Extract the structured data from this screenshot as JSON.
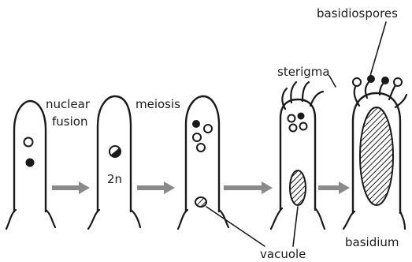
{
  "labels": {
    "nuclear": "nuclear",
    "fusion": "fusion",
    "meiosis": "meiosis",
    "two_n": "2n",
    "sterigma": "sterigma",
    "basidiospores": "basidiospores",
    "vacuole": "vacuole",
    "basidium": "basidium"
  },
  "colors": {
    "ink": "#1a1a1a",
    "arrow": "#8a8a8a",
    "background": "#ffffff"
  }
}
